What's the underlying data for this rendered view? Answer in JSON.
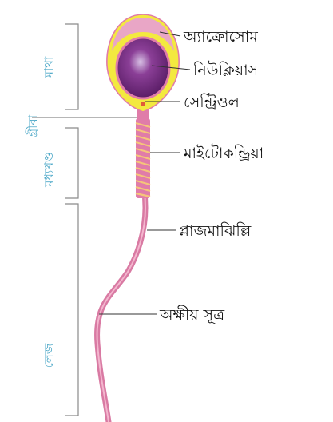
{
  "labels": {
    "acrosome": "অ্যাক্রোসোম",
    "nucleus": "নিউক্লিয়াস",
    "centriole": "সেন্ট্রিওল",
    "mitochondria": "মাইটোকন্ড্রিয়া",
    "plasma_membrane": "প্লাজমাঝিল্লি",
    "axial_filament": "অক্ষীয় সূত্র"
  },
  "regions": {
    "head": "মাথা",
    "neck": "গ্রীবা",
    "middle_piece": "মধ্যখণ্ড",
    "tail": "লেজ"
  },
  "colors": {
    "head_fill": "#f3e93f",
    "acrosome": "#e9a6c6",
    "nucleus": "#7a2c86",
    "tail": "#d97aa3",
    "tail_core": "#f3b6ce",
    "region_text": "#4fa9c8",
    "bracket": "#888888"
  }
}
